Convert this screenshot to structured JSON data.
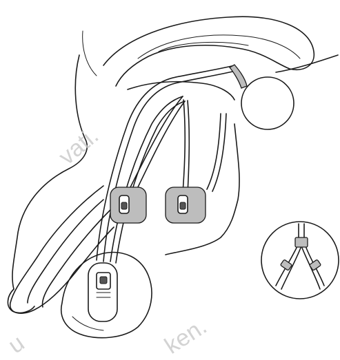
{
  "watermarks": [
    "vati.",
    "u",
    "ken."
  ],
  "figure": {
    "components": [
      "reservoir-balloon",
      "cylinder-cuff-left",
      "cylinder-cuff-right",
      "control-pump",
      "tubing",
      "connector-inset"
    ]
  }
}
